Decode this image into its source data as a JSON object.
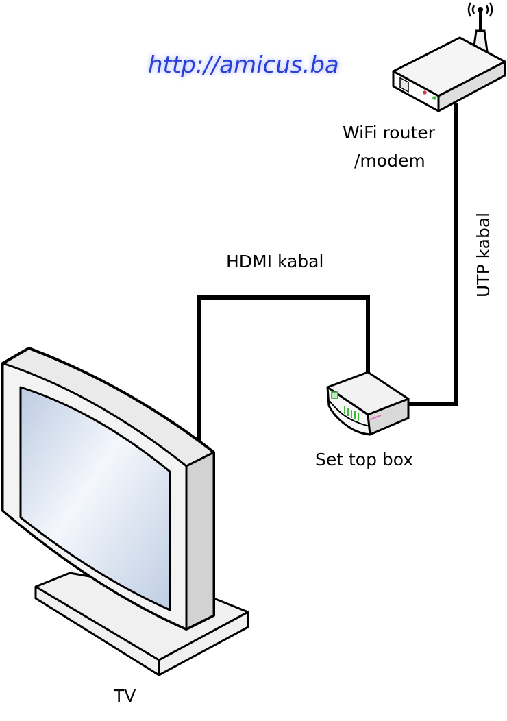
{
  "watermark": {
    "url": "http://amicus.ba"
  },
  "labels": {
    "router_line1": "WiFi router",
    "router_line2": "/modem",
    "utp": "UTP kabal",
    "hdmi": "HDMI kabal",
    "stb": "Set top box",
    "tv": "TV"
  },
  "colors": {
    "cable": "#000000",
    "watermark": "#2a3fd6",
    "device_body": "#f2f2f2",
    "screen": "#cdd7e6",
    "led_green": "#3bbf3b",
    "led_red": "#d04040",
    "led_pink": "#e070c0"
  }
}
